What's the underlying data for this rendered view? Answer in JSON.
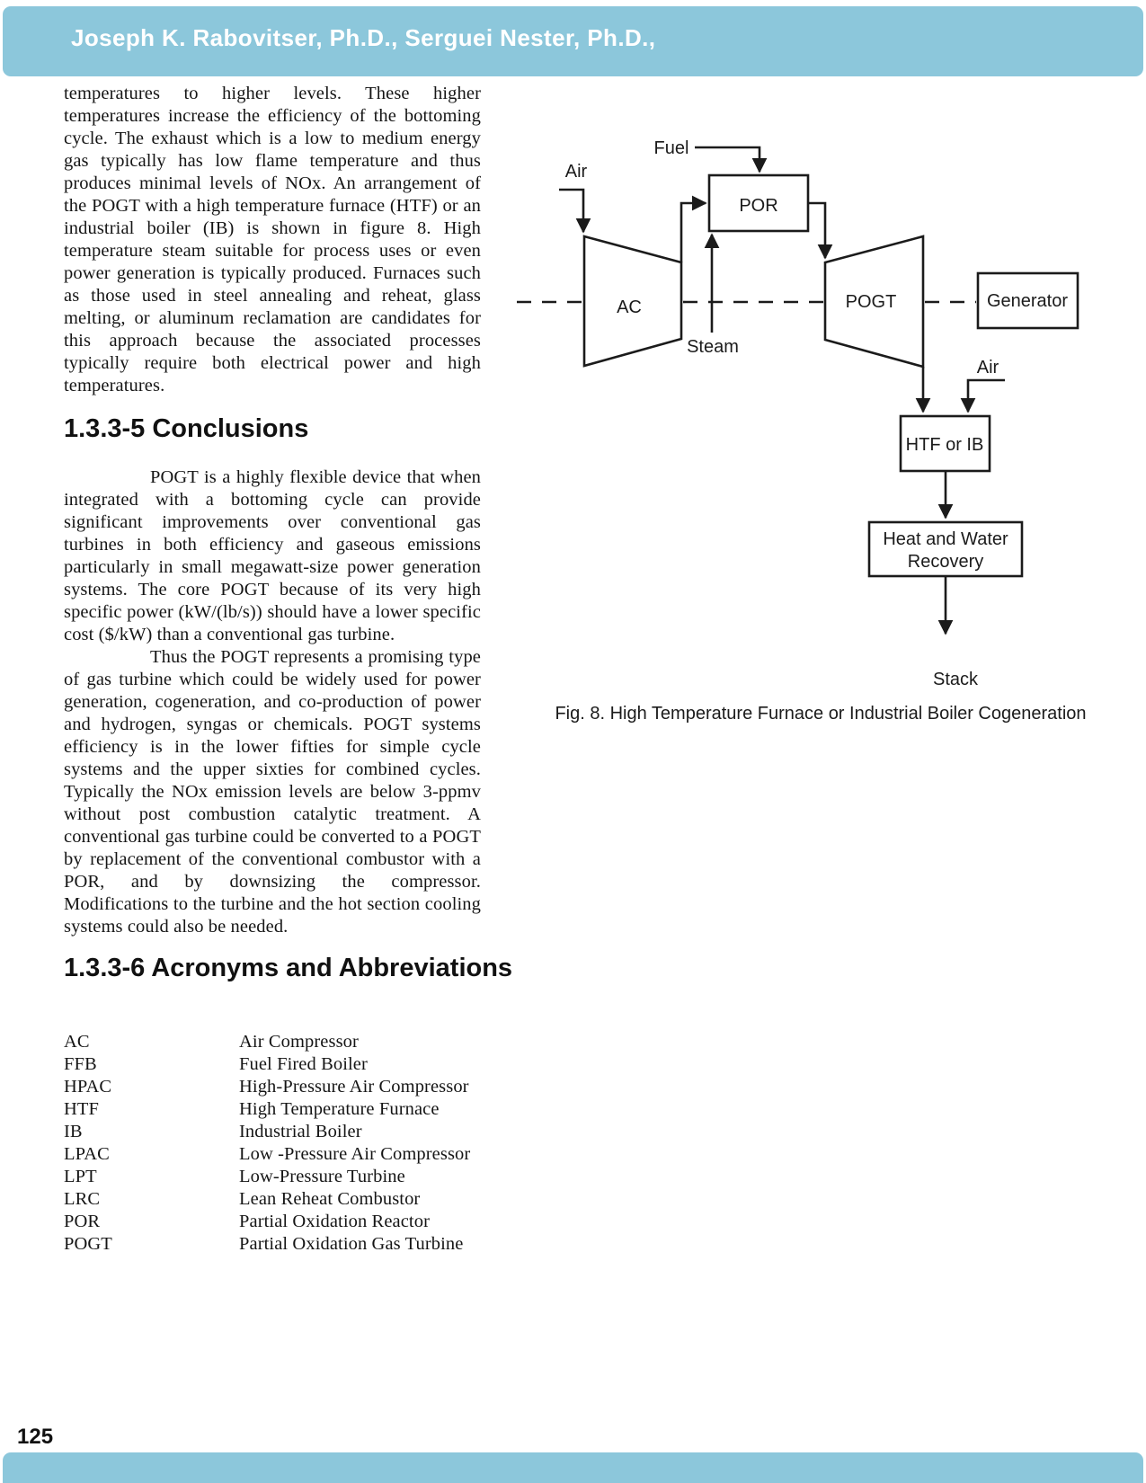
{
  "header": {
    "authors": "Joseph K. Rabovitser, Ph.D., Serguei Nester, Ph.D.,"
  },
  "article": {
    "intro_paragraph": "temperatures to higher levels.  These higher temperatures increase the efficiency of the bottoming cycle.  The exhaust which is a low to medium energy gas typically has low flame temperature and thus produces minimal levels of NOx.  An arrangement of the POGT with a high temperature furnace (HTF) or an industrial boiler (IB) is shown in figure 8.  High temperature steam suitable for process uses or even power generation is typically produced.  Furnaces such as those used in steel annealing and reheat, glass melting, or aluminum reclamation are candidates for this approach because the associated processes typically require both electrical power and high temperatures.",
    "conclusions": {
      "heading": "1.3.3-5 Conclusions",
      "paragraphs": [
        "POGT is a highly flexible device that when integrated with a bottoming cycle can provide significant improvements over conventional gas turbines in both efficiency and gaseous emissions particularly in small megawatt-size power generation systems.  The core POGT because of its very high specific power (kW/(lb/s)) should have a lower specific cost ($/kW) than a conventional gas turbine.",
        "Thus the POGT represents a promising type of gas turbine which could be widely used for power generation, cogeneration, and co-production of power and hydrogen, syngas  or  chemicals.  POGT systems efficiency is in the lower fifties for simple cycle systems and the upper sixties for combined cycles.  Typically the NOx emission levels are below 3-ppmv without post combustion catalytic treatment.  A conventional gas turbine could be converted to a POGT by replacement of the conventional combustor with a POR, and by downsizing the compressor.  Modifications to the turbine and the hot section cooling systems could also be needed."
      ]
    },
    "acronyms_section": {
      "heading": "1.3.3-6 Acronyms and Abbreviations",
      "rows": [
        {
          "term": "AC",
          "definition": "Air Compressor"
        },
        {
          "term": "FFB",
          "definition": "Fuel Fired Boiler"
        },
        {
          "term": "HPAC",
          "definition": "High-Pressure Air Compressor"
        },
        {
          "term": "HTF",
          "definition": "High Temperature Furnace"
        },
        {
          "term": "IB",
          "definition": "Industrial Boiler"
        },
        {
          "term": "LPAC",
          "definition": "Low -Pressure Air Compressor"
        },
        {
          "term": "LPT",
          "definition": "Low-Pressure Turbine"
        },
        {
          "term": "LRC",
          "definition": "Lean Reheat Combustor"
        },
        {
          "term": "POR",
          "definition": "Partial Oxidation Reactor"
        },
        {
          "term": "POGT",
          "definition": "Partial Oxidation Gas Turbine"
        }
      ]
    }
  },
  "figure": {
    "caption": "Fig. 8. High Temperature Furnace or Industrial Boiler Cogeneration",
    "labels": {
      "fuel": "Fuel",
      "air_in": "Air",
      "compressor": "AC",
      "reactor": "POR",
      "steam": "Steam",
      "turbine": "POGT",
      "generator": "Generator",
      "air_secondary": "Air",
      "furnace": "HTF or IB",
      "recovery_line1": "Heat and Water",
      "recovery_line2": "Recovery",
      "stack": "Stack"
    }
  },
  "footer": {
    "page_number": "125"
  },
  "colors": {
    "accent_blue": "#8cc7db",
    "diagram_ink": "#1b1b1b"
  }
}
